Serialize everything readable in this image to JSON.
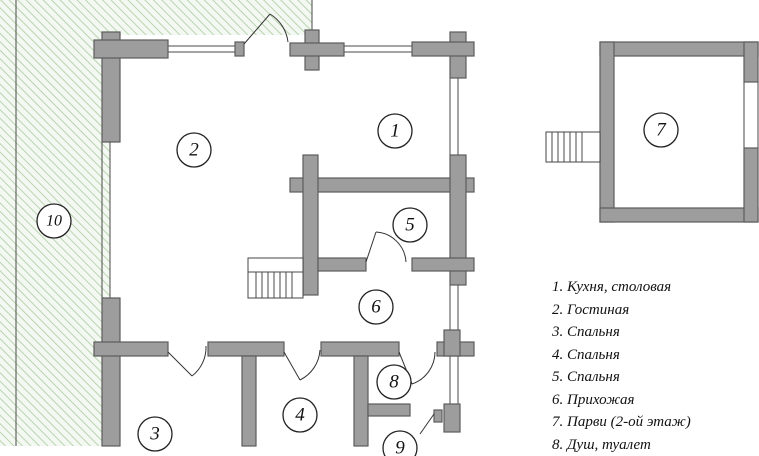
{
  "rooms": {
    "r1": "1",
    "r2": "2",
    "r3": "3",
    "r4": "4",
    "r5": "5",
    "r6": "6",
    "r7": "7",
    "r8": "8",
    "r9": "9",
    "r10": "10"
  },
  "legend": [
    "1. Кухня, столовая",
    "2. Гостиная",
    "3. Спальня",
    "4. Спальня",
    "5. Спальня",
    "6. Прихожая",
    "7. Парви (2-ой этаж)",
    "8. Душ, туалет"
  ],
  "colors": {
    "wall": "#9d9d9d",
    "terrace_hatch": "#b9d4b0"
  }
}
